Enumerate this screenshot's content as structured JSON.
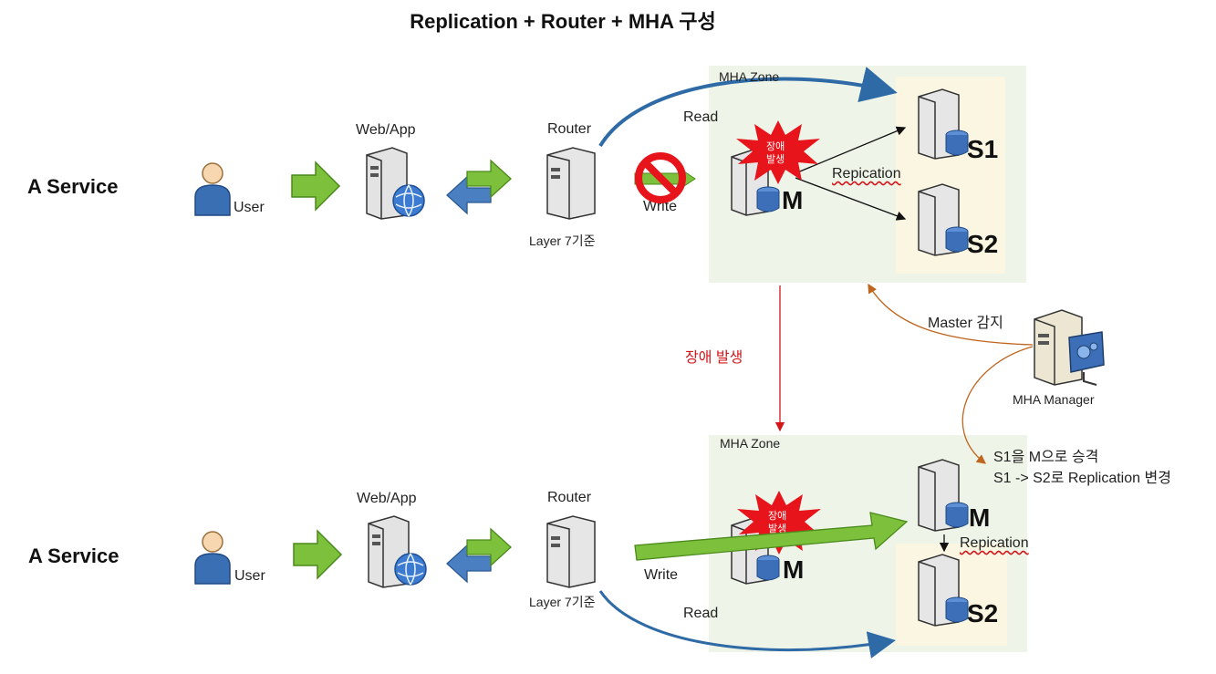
{
  "title": "Replication + Router + MHA 구성",
  "top": {
    "service": "A Service",
    "user": "User",
    "webapp": "Web/App",
    "router": "Router",
    "layer": "Layer 7기준",
    "read": "Read",
    "write": "Write",
    "zone": "MHA Zone",
    "burst": [
      "장애",
      "발생"
    ],
    "master": "M",
    "slave1": "S1",
    "slave2": "S2",
    "replication": "Repication"
  },
  "middle": {
    "failure": "장애 발생",
    "detect": "Master 감지",
    "manager": "MHA Manager",
    "promote1": "S1을 M으로 승격",
    "promote2": "S1 -> S2로 Replication 변경"
  },
  "bottom": {
    "service": "A Service",
    "user": "User",
    "webapp": "Web/App",
    "router": "Router",
    "layer": "Layer 7기준",
    "read": "Read",
    "write": "Write",
    "zone": "MHA Zone",
    "burst": [
      "장애",
      "발생"
    ],
    "old_master": "M",
    "new_master": "M",
    "slave2": "S2",
    "replication": "Repication"
  },
  "colors": {
    "zone": "#eef5e8",
    "slave_bg": "#fbf6e2",
    "burst": "#e8141b",
    "green_arrow": "#7dc03c",
    "blue_arrow": "#4a7fc1",
    "curve_blue": "#2e6aa6",
    "manager_link": "#c0651d",
    "failure_line": "#d4161b"
  }
}
